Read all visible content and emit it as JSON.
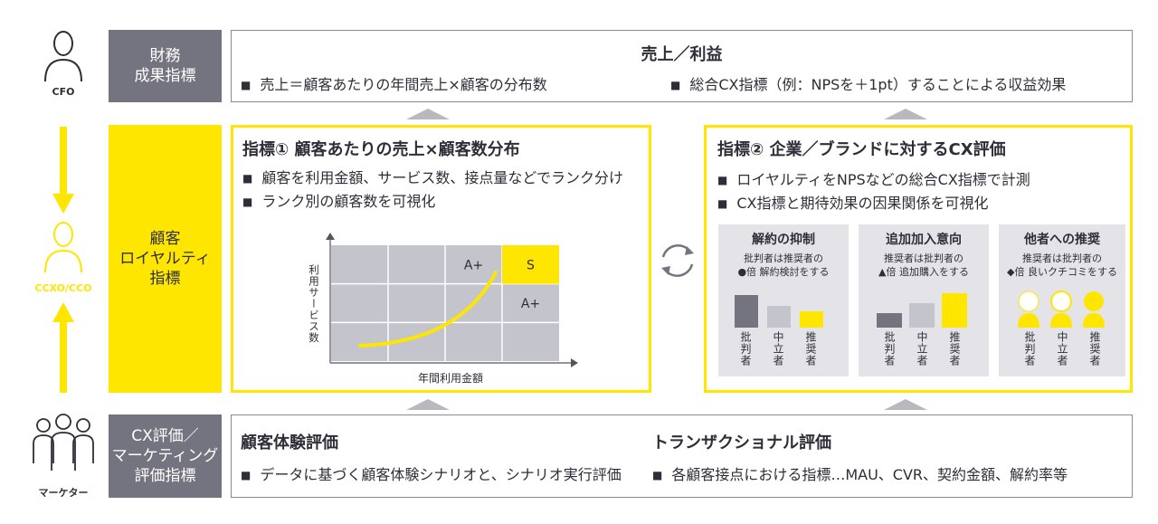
{
  "roles": {
    "cfo": "CFO",
    "ccxo": "CCXO/CCO",
    "marketer": "マーケター"
  },
  "rows": {
    "finance_label": "財務\n成果指標",
    "loyalty_label": "顧客\nロイヤルティ\n指標",
    "cx_label": "CX評価／\nマーケティング\n評価指標"
  },
  "top": {
    "title": "売上／利益",
    "bullet1": "売上＝顧客あたりの年間売上×顧客の分布数",
    "bullet2": "総合CX指標（例：NPSを＋1pt）することによる収益効果"
  },
  "metric1": {
    "title": "指標① 顧客あたりの売上×顧客数分布",
    "bullet1": "顧客を利用金額、サービス数、接点量などでランク分け",
    "bullet2": "ランク別の顧客数を可視化"
  },
  "metric2": {
    "title": "指標② 企業／ブランドに対するCX評価",
    "bullet1": "ロイヤルティをNPSなどの総合CX指標で計測",
    "bullet2": "CX指標と期待効果の因果関係を可視化"
  },
  "chart_data": {
    "type": "heatmap",
    "xlabel": "年間利用金額",
    "ylabel": "利用サービス数",
    "cells": [
      {
        "row": 0,
        "col": 2,
        "label": "A+"
      },
      {
        "row": 0,
        "col": 3,
        "label": "S",
        "highlight": true
      },
      {
        "row": 1,
        "col": 3,
        "label": "A+"
      }
    ],
    "grid": {
      "rows": 3,
      "cols": 4
    },
    "colors": {
      "cell": "#c4c4cd",
      "highlight": "#ffe600",
      "curve": "#ffe600"
    }
  },
  "panels": [
    {
      "title": "解約の抑制",
      "desc": "批判者は推奨者の\n●倍 解約検討をする",
      "kind": "bars",
      "labels": [
        "批判者",
        "中立者",
        "推奨者"
      ],
      "values": [
        3,
        2,
        1.5
      ]
    },
    {
      "title": "追加加入意向",
      "desc": "推奨者は批判者の\n▲倍 追加購入をする",
      "kind": "bars",
      "labels": [
        "批判者",
        "中立者",
        "推奨者"
      ],
      "values": [
        1.4,
        2.3,
        3.3
      ]
    },
    {
      "title": "他者への推奨",
      "desc": "推奨者は批判者の\n◆倍 良いクチコミをする",
      "kind": "people",
      "labels": [
        "批判者",
        "中立者",
        "推奨者"
      ]
    }
  ],
  "bottom": {
    "left_title": "顧客体験評価",
    "left_bullet": "データに基づく顧客体験シナリオと、シナリオ実行評価",
    "right_title": "トランザクショナル評価",
    "right_bullet": "各顧客接点における指標…MAU、CVR、契約金額、解約率等"
  },
  "colors": {
    "yellow": "#ffe600",
    "grey": "#747480",
    "dark": "#2e2e38"
  }
}
